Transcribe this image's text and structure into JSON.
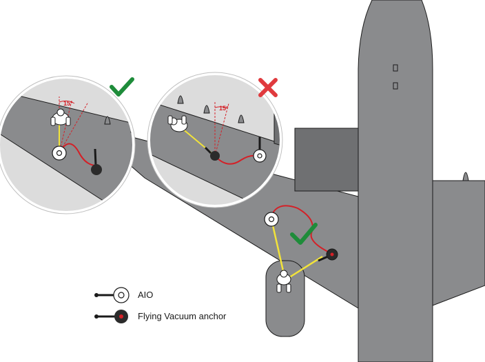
{
  "diagram": {
    "colors": {
      "fuselage": "#8a8b8d",
      "wing": "#8a8b8d",
      "outline": "#1a1a1a",
      "ground_circle": "#dcdcdc",
      "strap": "#f2e33a",
      "hose": "#d42027",
      "angle_line": "#d42027",
      "check_mark": "#1e8c3a",
      "cross_mark": "#e03a3e"
    },
    "inset_left": {
      "status": "correct",
      "status_icon": "check-icon",
      "angle_label": "15°"
    },
    "inset_right": {
      "status": "incorrect",
      "status_icon": "cross-icon",
      "angle_label": "15°"
    },
    "main_view": {
      "status": "correct",
      "status_icon": "check-icon"
    }
  },
  "legend": {
    "items": [
      {
        "icon": "aio-icon",
        "label": "AIO"
      },
      {
        "icon": "flying-vacuum-anchor-icon",
        "label": "Flying Vacuum anchor"
      }
    ]
  }
}
